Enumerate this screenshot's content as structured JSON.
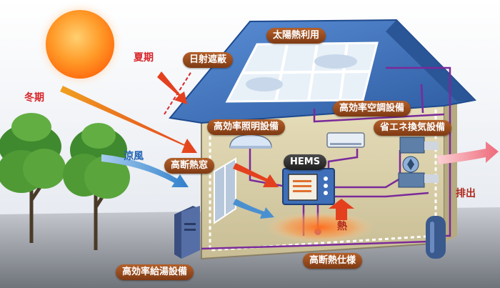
{
  "labels": {
    "solar_heat_use": "太陽熱利用",
    "summer": "夏期",
    "winter": "冬期",
    "solar_shading": "日射遮蔽",
    "hvac": "高効率空調設備",
    "lighting": "高効率照明設備",
    "ventilation": "省エネ換気設備",
    "cool_breeze": "涼風",
    "insulated_window": "高断熱窓",
    "hems": "HEMS",
    "heat": "熱",
    "exhaust": "排出",
    "water_heater": "高効率給湯設備",
    "insulation_spec": "高断熱仕様"
  },
  "colors": {
    "sun": "#ff8a1e",
    "roof": "#3f6fb8",
    "wall": "#d8cfa8",
    "arrow_orange": "#ec5b28",
    "arrow_blue": "#4a90d0",
    "arrow_pink": "#f07a86",
    "wire": "#7a2a9a",
    "label_bg": "#8a4318"
  },
  "icons": [
    "sun-icon",
    "tree-icon",
    "solar-panel-icon",
    "air-conditioner-icon",
    "light-fixture-icon",
    "ventilation-fan-icon",
    "hems-monitor-icon",
    "water-heater-icon",
    "tank-icon",
    "window-icon"
  ]
}
